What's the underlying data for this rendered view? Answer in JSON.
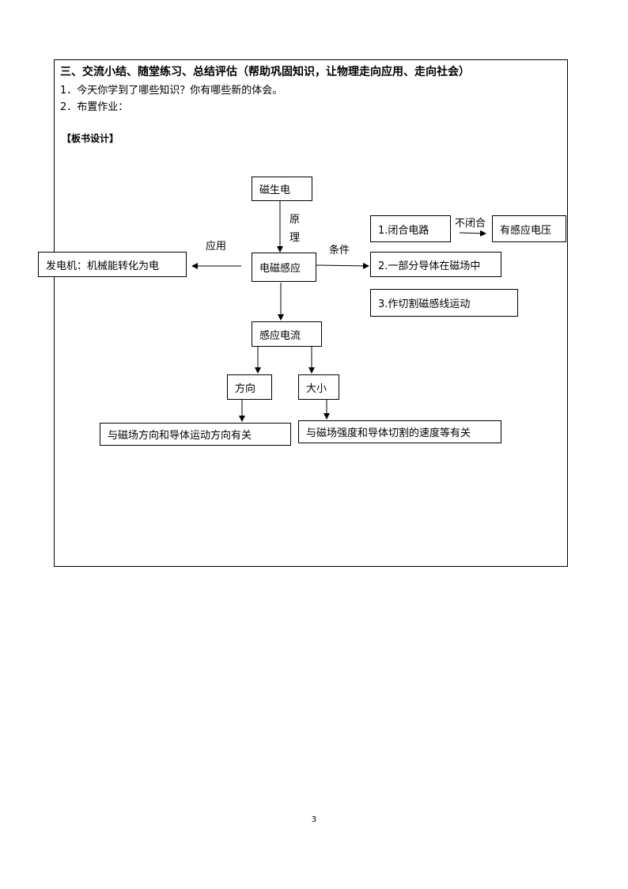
{
  "section": {
    "heading": "三、交流小结、随堂练习、总结评估（帮助巩固知识，让物理走向应用、走向社会）",
    "item1": "1．今天你学到了哪些知识？你有哪些新的体会。",
    "item2": "2．布置作业：",
    "board_title": "【板书设计】"
  },
  "diagram": {
    "root": "磁生电",
    "principle_label_1": "原",
    "principle_label_2": "理",
    "center": "电磁感应",
    "application_label": "应用",
    "application": "发电机：机械能转化为电",
    "condition_label": "条件",
    "condition_1": "1.闭合电路",
    "not_closed_label": "不闭合",
    "voltage": "有感应电压",
    "condition_2": "2.一部分导体在磁场中",
    "condition_3": "3.作切割磁感线运动",
    "current": "感应电流",
    "direction": "方向",
    "magnitude": "大小",
    "direction_factor": "与磁场方向和导体运动方向有关",
    "magnitude_factor": "与磁场强度和导体切割的速度等有关"
  },
  "page_number": "3"
}
